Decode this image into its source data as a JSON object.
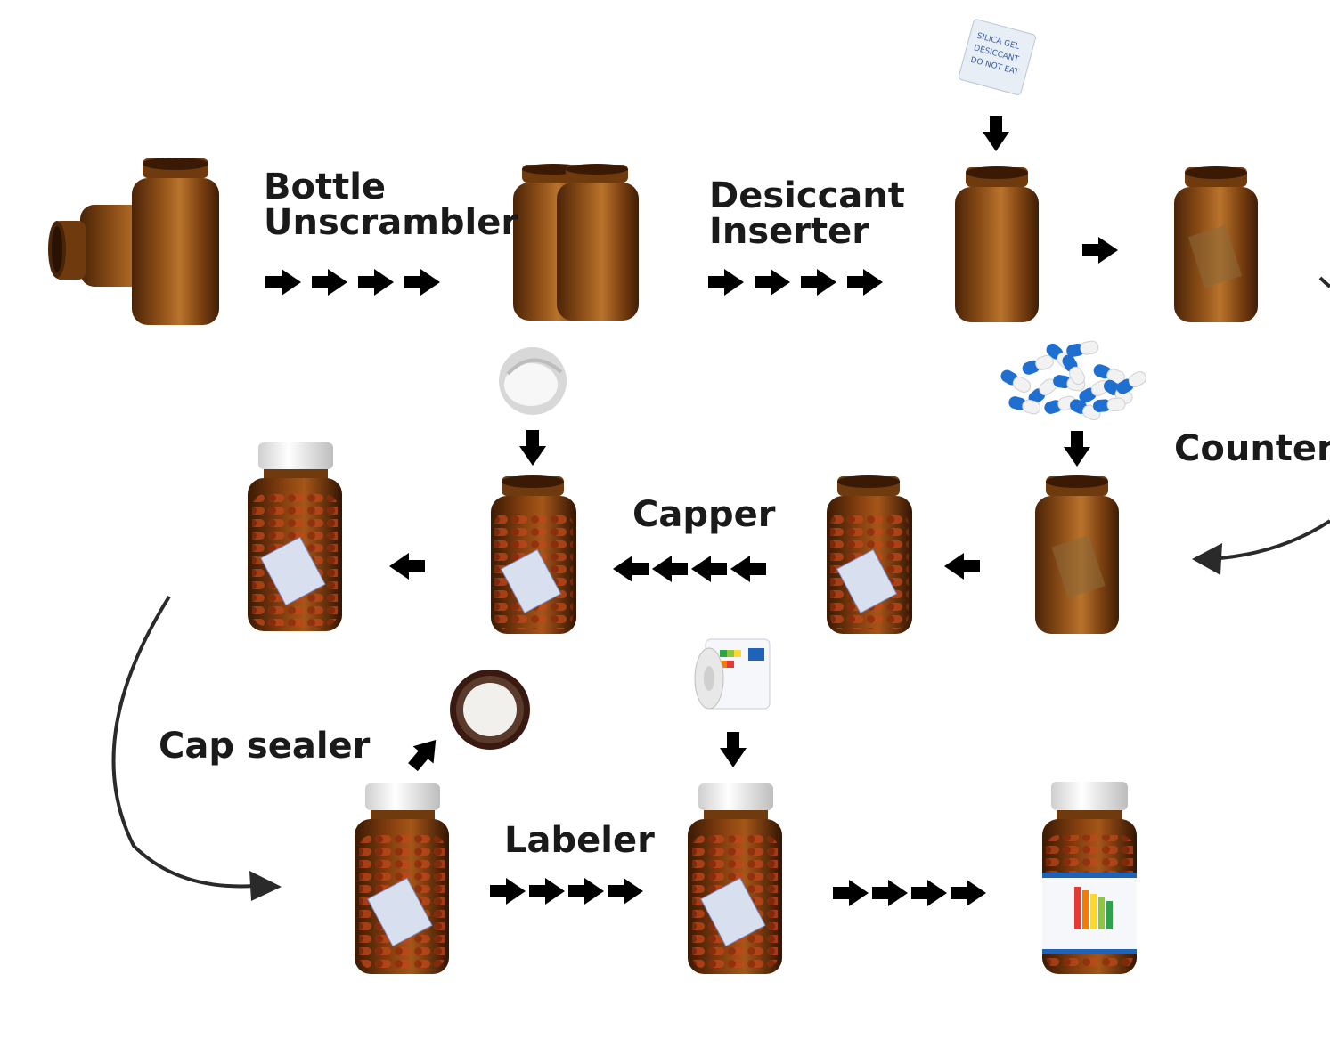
{
  "labels": {
    "bottle_unscrambler_line1": "Bottle",
    "bottle_unscrambler_line2": "Unscrambler",
    "desiccant_inserter_line1": "Desiccant",
    "desiccant_inserter_line2": "Inserter",
    "counter": "Counter",
    "capper": "Capper",
    "cap_sealer": "Cap sealer",
    "labeler": "Labeler"
  },
  "desiccant_packet_text": [
    "SILICA GEL",
    "DESICCANT",
    "DO NOT EAT"
  ],
  "colors": {
    "amber_glass": "#6e3a0e",
    "amber_highlight": "#b8712a",
    "capsule_blue": "#1f6fd1",
    "capsule_white": "#f2f2f2",
    "cap_white": "#f4f4f4",
    "arrow": "#000000",
    "curve": "#2a2a2a",
    "text": "#1a1a1a"
  }
}
